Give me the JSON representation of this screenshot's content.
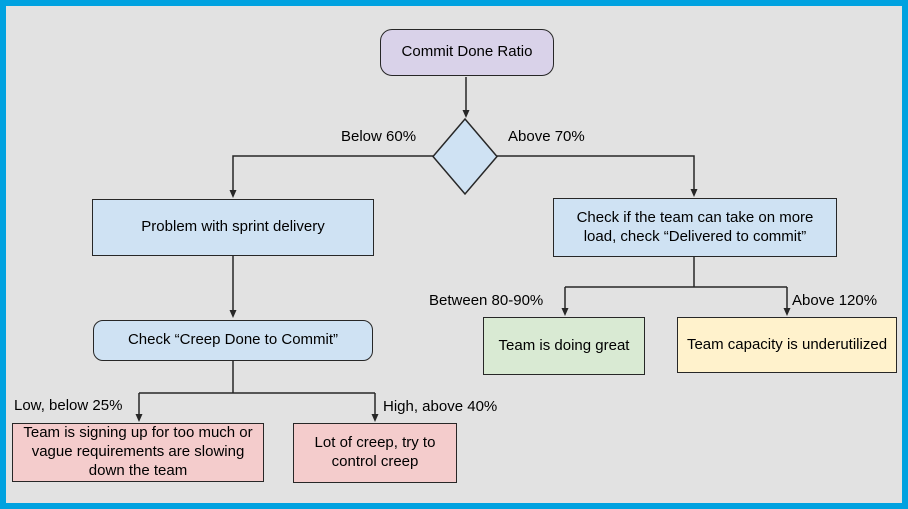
{
  "canvas": {
    "background": "#e2e2e2",
    "frame_color": "#00a2e0",
    "line_color": "#272727"
  },
  "nodes": {
    "root": {
      "label": "Commit Done Ratio",
      "fill": "#d9d2e9"
    },
    "decision": {
      "fill": "#cfe2f3"
    },
    "problem": {
      "label": "Problem with sprint delivery",
      "fill": "#cfe2f3"
    },
    "check_load": {
      "label": "Check if the team can take on more load, check “Delivered to commit”",
      "fill": "#cfe2f3"
    },
    "check_creep": {
      "label": "Check “Creep Done to Commit”",
      "fill": "#cfe2f3"
    },
    "too_much": {
      "label": "Team is signing up for too much or vague requirements are slowing down the team",
      "fill": "#f4cccc"
    },
    "lot_creep": {
      "label": "Lot of creep, try to control creep",
      "fill": "#f4cccc"
    },
    "great": {
      "label": "Team is doing great",
      "fill": "#d9ead3"
    },
    "underutilized": {
      "label": "Team capacity is underutilized",
      "fill": "#fff2cc"
    }
  },
  "edge_labels": {
    "below_60": "Below 60%",
    "above_70": "Above 70%",
    "between_80_90": "Between 80-90%",
    "above_120": "Above 120%",
    "low_below_25": "Low, below 25%",
    "high_above_40": "High, above 40%"
  }
}
